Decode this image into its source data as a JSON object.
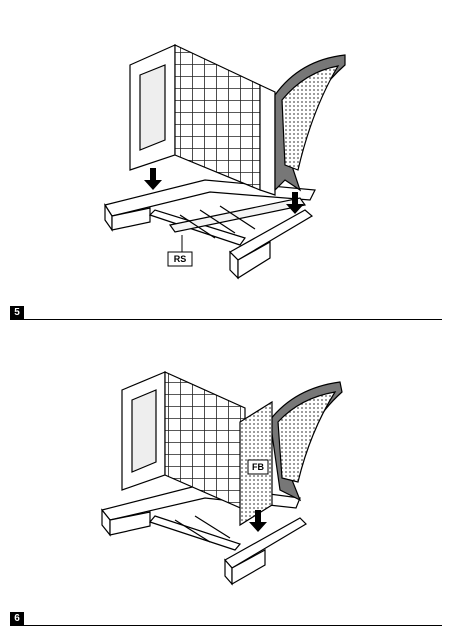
{
  "figure1": {
    "callout": "RS"
  },
  "figure2": {
    "callout": "FB"
  },
  "steps": [
    {
      "number": "5"
    },
    {
      "number": "6"
    }
  ]
}
